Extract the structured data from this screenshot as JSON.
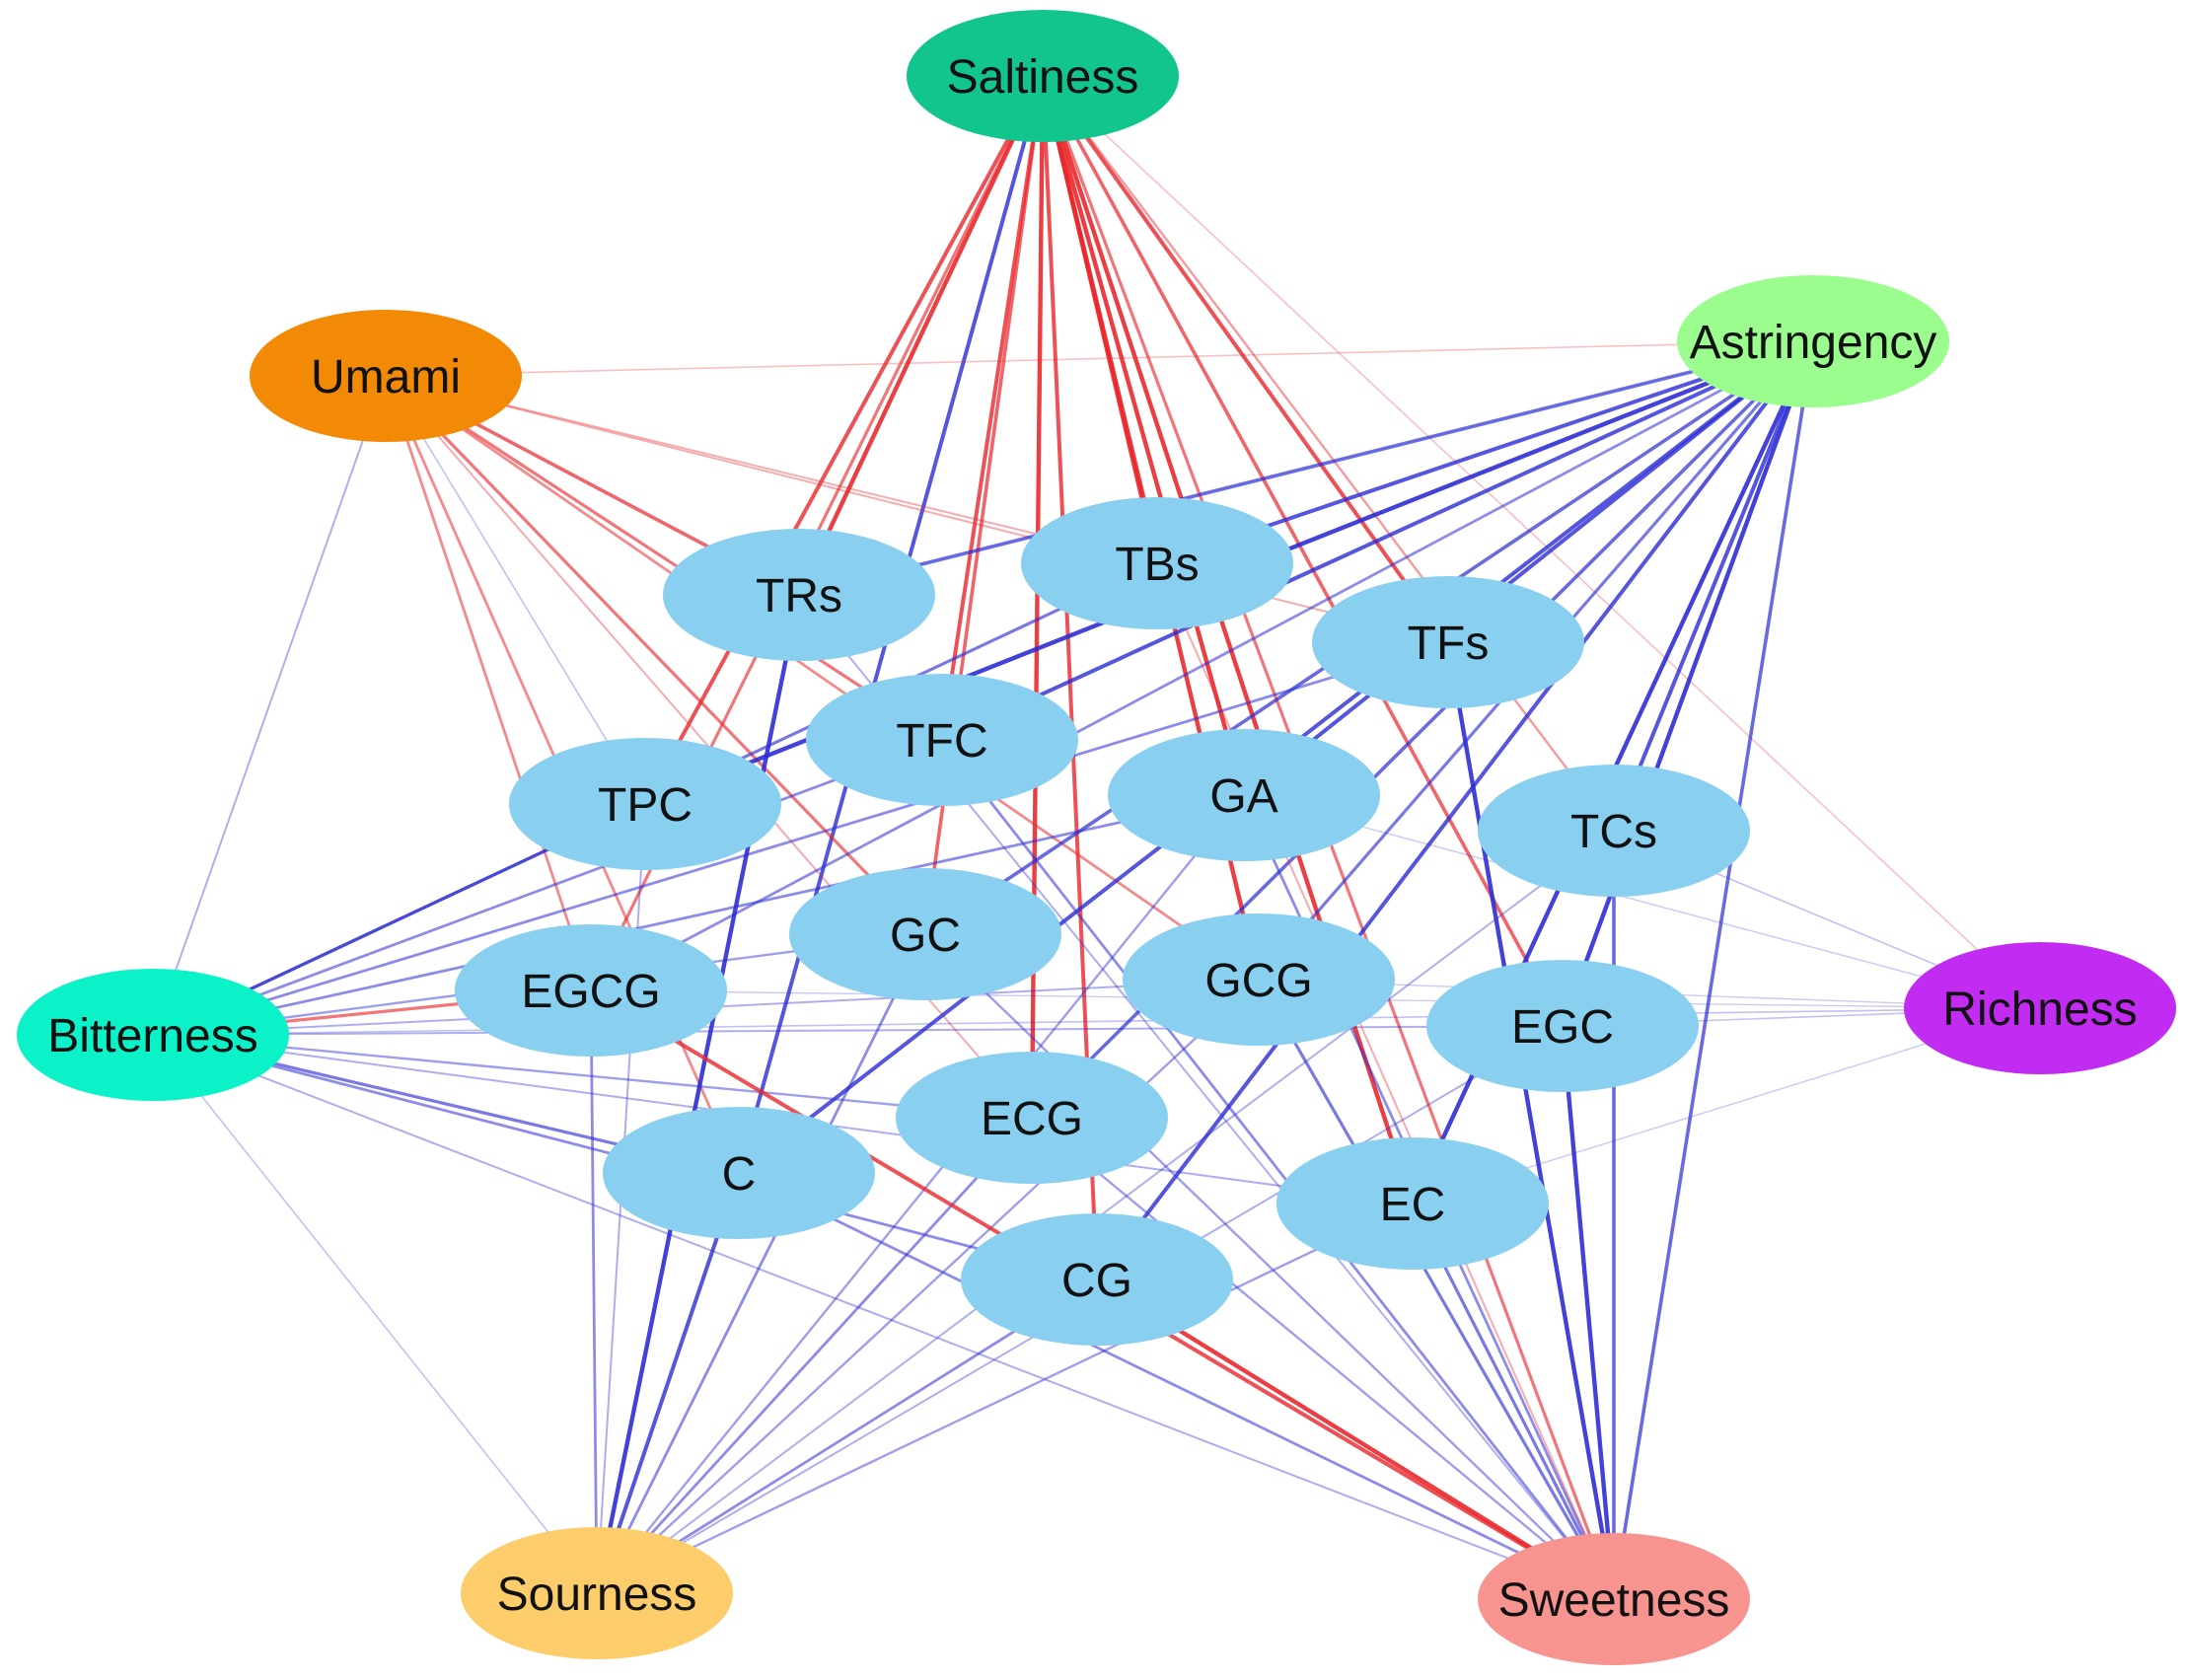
{
  "colors": {
    "background": "#ffffff",
    "compound_node": "#89cff0",
    "positive_edge": "#e8262b",
    "negative_edge": "#2b2bd4",
    "label": "#111111"
  },
  "nodes": {
    "taste": [
      {
        "id": "saltiness",
        "label": "Saltiness",
        "color": "#12c48e"
      },
      {
        "id": "astringency",
        "label": "Astringency",
        "color": "#9afd8d"
      },
      {
        "id": "umami",
        "label": "Umami",
        "color": "#f28a06"
      },
      {
        "id": "bitterness",
        "label": "Bitterness",
        "color": "#0cf2c8"
      },
      {
        "id": "richness",
        "label": "Richness",
        "color": "#c22cf2"
      },
      {
        "id": "sourness",
        "label": "Sourness",
        "color": "#fccd6a"
      },
      {
        "id": "sweetness",
        "label": "Sweetness",
        "color": "#f7948f"
      }
    ],
    "compound": [
      {
        "id": "trs",
        "label": "TRs"
      },
      {
        "id": "tbs",
        "label": "TBs"
      },
      {
        "id": "tfs",
        "label": "TFs"
      },
      {
        "id": "tfc",
        "label": "TFC"
      },
      {
        "id": "tpc",
        "label": "TPC"
      },
      {
        "id": "ga",
        "label": "GA"
      },
      {
        "id": "tcs",
        "label": "TCs"
      },
      {
        "id": "gc",
        "label": "GC"
      },
      {
        "id": "egcg",
        "label": "EGCG"
      },
      {
        "id": "gcg",
        "label": "GCG"
      },
      {
        "id": "egc",
        "label": "EGC"
      },
      {
        "id": "ecg",
        "label": "ECG"
      },
      {
        "id": "c",
        "label": "C"
      },
      {
        "id": "ec",
        "label": "EC"
      },
      {
        "id": "cg",
        "label": "CG"
      }
    ]
  },
  "edges": [
    {
      "from": "saltiness",
      "to": "trs",
      "sign": "positive",
      "strength": 0.9
    },
    {
      "from": "saltiness",
      "to": "tpc",
      "sign": "positive",
      "strength": 0.8
    },
    {
      "from": "saltiness",
      "to": "tfc",
      "sign": "positive",
      "strength": 0.8
    },
    {
      "from": "saltiness",
      "to": "gc",
      "sign": "positive",
      "strength": 0.7
    },
    {
      "from": "saltiness",
      "to": "egcg",
      "sign": "positive",
      "strength": 0.6
    },
    {
      "from": "saltiness",
      "to": "c",
      "sign": "negative",
      "strength": 0.8
    },
    {
      "from": "saltiness",
      "to": "ecg",
      "sign": "positive",
      "strength": 0.9
    },
    {
      "from": "saltiness",
      "to": "cg",
      "sign": "positive",
      "strength": 0.8
    },
    {
      "from": "saltiness",
      "to": "tbs",
      "sign": "positive",
      "strength": 0.9
    },
    {
      "from": "saltiness",
      "to": "ga",
      "sign": "positive",
      "strength": 0.9
    },
    {
      "from": "saltiness",
      "to": "gcg",
      "sign": "positive",
      "strength": 0.9
    },
    {
      "from": "saltiness",
      "to": "tfs",
      "sign": "positive",
      "strength": 0.8
    },
    {
      "from": "saltiness",
      "to": "ec",
      "sign": "positive",
      "strength": 0.9
    },
    {
      "from": "saltiness",
      "to": "egc",
      "sign": "positive",
      "strength": 0.7
    },
    {
      "from": "saltiness",
      "to": "tcs",
      "sign": "positive",
      "strength": 0.4
    },
    {
      "from": "saltiness",
      "to": "sweetness",
      "sign": "positive",
      "strength": 0.6
    },
    {
      "from": "saltiness",
      "to": "richness",
      "sign": "positive",
      "strength": 0.2
    },
    {
      "from": "umami",
      "to": "trs",
      "sign": "positive",
      "strength": 0.7
    },
    {
      "from": "umami",
      "to": "tfc",
      "sign": "positive",
      "strength": 0.6
    },
    {
      "from": "umami",
      "to": "gc",
      "sign": "positive",
      "strength": 0.6
    },
    {
      "from": "umami",
      "to": "egcg",
      "sign": "positive",
      "strength": 0.5
    },
    {
      "from": "umami",
      "to": "gcg",
      "sign": "positive",
      "strength": 0.5
    },
    {
      "from": "umami",
      "to": "tbs",
      "sign": "positive",
      "strength": 0.3
    },
    {
      "from": "umami",
      "to": "tfs",
      "sign": "positive",
      "strength": 0.3
    },
    {
      "from": "umami",
      "to": "astringency",
      "sign": "positive",
      "strength": 0.2
    },
    {
      "from": "umami",
      "to": "bitterness",
      "sign": "negative",
      "strength": 0.3
    },
    {
      "from": "umami",
      "to": "c",
      "sign": "positive",
      "strength": 0.5
    },
    {
      "from": "umami",
      "to": "ecg",
      "sign": "positive",
      "strength": 0.3
    },
    {
      "from": "umami",
      "to": "tpc",
      "sign": "negative",
      "strength": 0.2
    },
    {
      "from": "astringency",
      "to": "tpc",
      "sign": "negative",
      "strength": 0.9
    },
    {
      "from": "astringency",
      "to": "tfc",
      "sign": "negative",
      "strength": 0.8
    },
    {
      "from": "astringency",
      "to": "trs",
      "sign": "negative",
      "strength": 0.7
    },
    {
      "from": "astringency",
      "to": "ga",
      "sign": "negative",
      "strength": 0.8
    },
    {
      "from": "astringency",
      "to": "gc",
      "sign": "negative",
      "strength": 0.7
    },
    {
      "from": "astringency",
      "to": "c",
      "sign": "negative",
      "strength": 0.8
    },
    {
      "from": "astringency",
      "to": "cg",
      "sign": "negative",
      "strength": 0.8
    },
    {
      "from": "astringency",
      "to": "ecg",
      "sign": "negative",
      "strength": 0.7
    },
    {
      "from": "astringency",
      "to": "egc",
      "sign": "negative",
      "strength": 0.9
    },
    {
      "from": "astringency",
      "to": "tcs",
      "sign": "negative",
      "strength": 0.8
    },
    {
      "from": "astringency",
      "to": "ec",
      "sign": "negative",
      "strength": 0.9
    },
    {
      "from": "astringency",
      "to": "sweetness",
      "sign": "negative",
      "strength": 0.7
    },
    {
      "from": "astringency",
      "to": "tbs",
      "sign": "negative",
      "strength": 0.8
    },
    {
      "from": "astringency",
      "to": "egcg",
      "sign": "negative",
      "strength": 0.5
    },
    {
      "from": "astringency",
      "to": "gcg",
      "sign": "negative",
      "strength": 0.6
    },
    {
      "from": "bitterness",
      "to": "tpc",
      "sign": "negative",
      "strength": 0.6
    },
    {
      "from": "bitterness",
      "to": "tfc",
      "sign": "negative",
      "strength": 0.5
    },
    {
      "from": "bitterness",
      "to": "tbs",
      "sign": "negative",
      "strength": 0.6
    },
    {
      "from": "bitterness",
      "to": "tfs",
      "sign": "negative",
      "strength": 0.5
    },
    {
      "from": "bitterness",
      "to": "ga",
      "sign": "negative",
      "strength": 0.5
    },
    {
      "from": "bitterness",
      "to": "gc",
      "sign": "negative",
      "strength": 0.4
    },
    {
      "from": "bitterness",
      "to": "egcg",
      "sign": "positive",
      "strength": 0.6
    },
    {
      "from": "bitterness",
      "to": "c",
      "sign": "negative",
      "strength": 0.6
    },
    {
      "from": "bitterness",
      "to": "cg",
      "sign": "negative",
      "strength": 0.5
    },
    {
      "from": "bitterness",
      "to": "ecg",
      "sign": "negative",
      "strength": 0.4
    },
    {
      "from": "bitterness",
      "to": "egc",
      "sign": "negative",
      "strength": 0.3
    },
    {
      "from": "bitterness",
      "to": "richness",
      "sign": "negative",
      "strength": 0.2
    },
    {
      "from": "bitterness",
      "to": "gcg",
      "sign": "negative",
      "strength": 0.3
    },
    {
      "from": "bitterness",
      "to": "ec",
      "sign": "negative",
      "strength": 0.3
    },
    {
      "from": "richness",
      "to": "tcs",
      "sign": "negative",
      "strength": 0.2
    },
    {
      "from": "richness",
      "to": "egc",
      "sign": "negative",
      "strength": 0.2
    },
    {
      "from": "richness",
      "to": "gcg",
      "sign": "negative",
      "strength": 0.15
    },
    {
      "from": "richness",
      "to": "ga",
      "sign": "negative",
      "strength": 0.15
    },
    {
      "from": "richness",
      "to": "egcg",
      "sign": "negative",
      "strength": 0.15
    },
    {
      "from": "richness",
      "to": "ec",
      "sign": "negative",
      "strength": 0.15
    },
    {
      "from": "sourness",
      "to": "trs",
      "sign": "negative",
      "strength": 0.9
    },
    {
      "from": "sourness",
      "to": "c",
      "sign": "negative",
      "strength": 0.8
    },
    {
      "from": "sourness",
      "to": "egcg",
      "sign": "negative",
      "strength": 0.5
    },
    {
      "from": "sourness",
      "to": "gc",
      "sign": "negative",
      "strength": 0.5
    },
    {
      "from": "sourness",
      "to": "ecg",
      "sign": "negative",
      "strength": 0.5
    },
    {
      "from": "sourness",
      "to": "cg",
      "sign": "negative",
      "strength": 0.5
    },
    {
      "from": "sourness",
      "to": "gcg",
      "sign": "negative",
      "strength": 0.4
    },
    {
      "from": "sourness",
      "to": "ga",
      "sign": "negative",
      "strength": 0.4
    },
    {
      "from": "sourness",
      "to": "ec",
      "sign": "negative",
      "strength": 0.4
    },
    {
      "from": "sourness",
      "to": "egc",
      "sign": "negative",
      "strength": 0.3
    },
    {
      "from": "sourness",
      "to": "tcs",
      "sign": "negative",
      "strength": 0.3
    },
    {
      "from": "sourness",
      "to": "tpc",
      "sign": "negative",
      "strength": 0.3
    },
    {
      "from": "sourness",
      "to": "bitterness",
      "sign": "negative",
      "strength": 0.2
    },
    {
      "from": "sweetness",
      "to": "cg",
      "sign": "positive",
      "strength": 0.9
    },
    {
      "from": "sweetness",
      "to": "egcg",
      "sign": "positive",
      "strength": 0.8
    },
    {
      "from": "sweetness",
      "to": "tfs",
      "sign": "negative",
      "strength": 0.9
    },
    {
      "from": "sweetness",
      "to": "egc",
      "sign": "negative",
      "strength": 0.9
    },
    {
      "from": "sweetness",
      "to": "ec",
      "sign": "negative",
      "strength": 0.6
    },
    {
      "from": "sweetness",
      "to": "gcg",
      "sign": "negative",
      "strength": 0.6
    },
    {
      "from": "sweetness",
      "to": "ga",
      "sign": "negative",
      "strength": 0.5
    },
    {
      "from": "sweetness",
      "to": "tcs",
      "sign": "negative",
      "strength": 0.7
    },
    {
      "from": "sweetness",
      "to": "c",
      "sign": "negative",
      "strength": 0.5
    },
    {
      "from": "sweetness",
      "to": "ecg",
      "sign": "negative",
      "strength": 0.4
    },
    {
      "from": "sweetness",
      "to": "tfc",
      "sign": "negative",
      "strength": 0.5
    },
    {
      "from": "sweetness",
      "to": "gc",
      "sign": "negative",
      "strength": 0.4
    },
    {
      "from": "sweetness",
      "to": "trs",
      "sign": "negative",
      "strength": 0.3
    },
    {
      "from": "sweetness",
      "to": "tbs",
      "sign": "positive",
      "strength": 0.3
    },
    {
      "from": "sweetness",
      "to": "bitterness",
      "sign": "negative",
      "strength": 0.3
    }
  ]
}
